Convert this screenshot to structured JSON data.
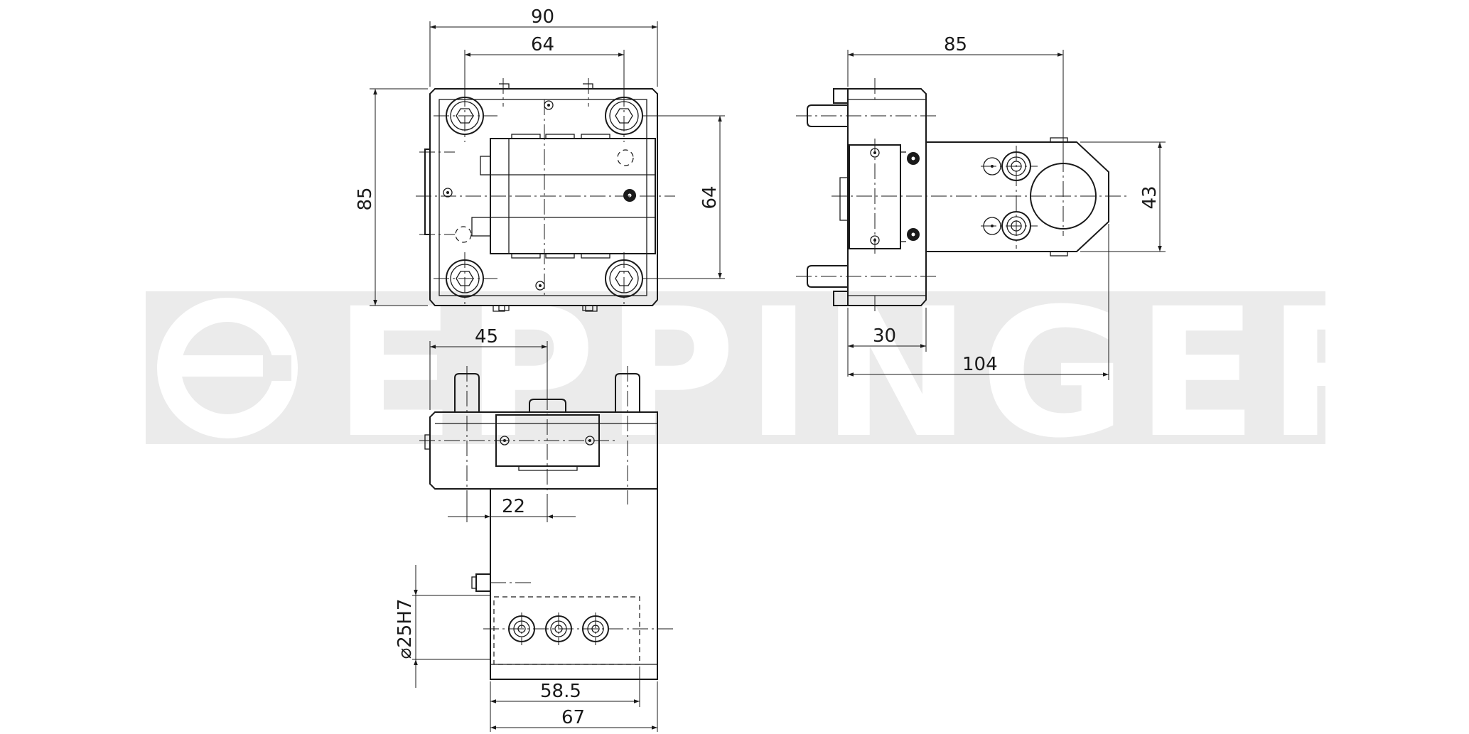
{
  "watermark": {
    "text": "EPPINGER",
    "color": "#ebebeb"
  },
  "dimensions": {
    "top_width_90": "90",
    "top_inner_64": "64",
    "top_height_85": "85",
    "top_holes_64": "64",
    "side_width_85": "85",
    "side_height_43": "43",
    "side_offset_30": "30",
    "side_total_104": "104",
    "front_offset_45": "45",
    "front_offset_22": "22",
    "front_bore": "⌀25H7",
    "front_depth_58_5": "58.5",
    "front_width_67": "67"
  },
  "icons": [
    "eppinger-logo-icon"
  ],
  "colors": {
    "line": "#1a1a1a",
    "background": "#ffffff",
    "watermark": "#ebebeb"
  }
}
